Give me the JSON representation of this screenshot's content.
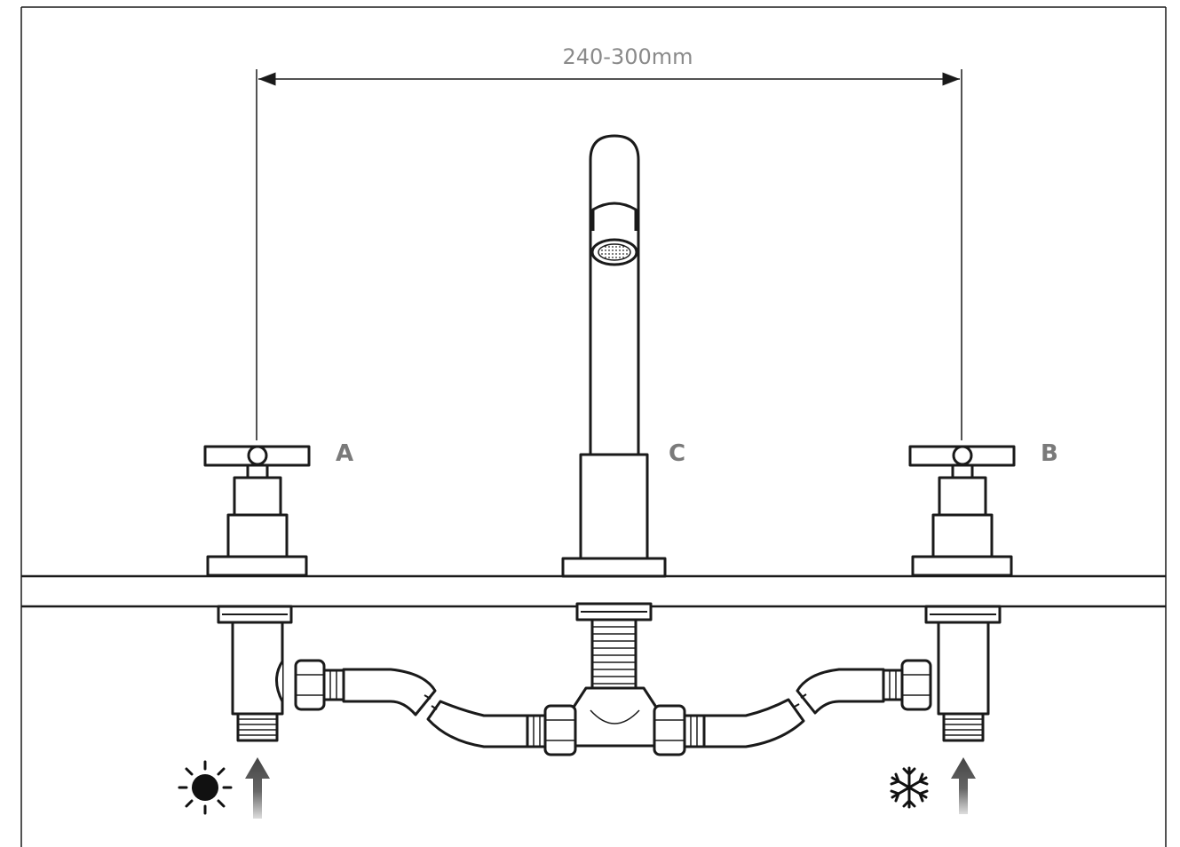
{
  "diagram": {
    "dimension_label": "240-300mm",
    "labels": {
      "left_valve": "A",
      "spout": "C",
      "right_valve": "B"
    },
    "icons": {
      "hot_supply": "sun-icon",
      "cold_supply": "snowflake-icon",
      "inflow": "arrow-up-icon"
    }
  }
}
